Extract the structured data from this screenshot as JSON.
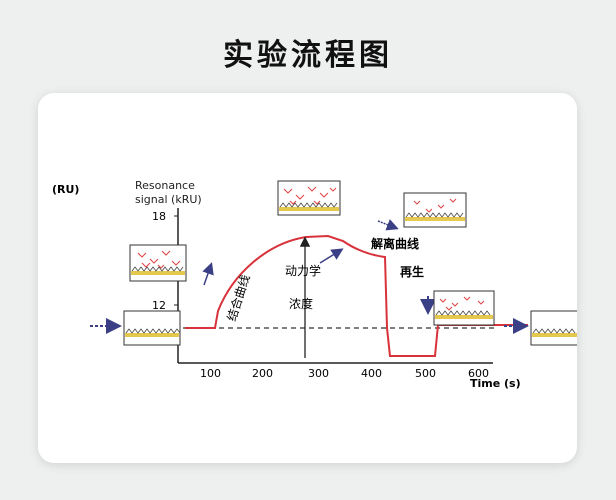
{
  "title": "实验流程图",
  "diagram": {
    "y_unit": "(RU)",
    "y_axis_title_line1": "Resonance",
    "y_axis_title_line2": "signal (kRU)",
    "y_ticks": [
      "18",
      "12"
    ],
    "x_ticks": [
      "100",
      "200",
      "300",
      "400",
      "500",
      "600"
    ],
    "x_axis_title": "Time  (s)",
    "labels": {
      "association": "结合曲线",
      "kinetics": "动力学",
      "concentration": "浓度",
      "dissociation": "解离曲线",
      "regeneration": "再生"
    }
  },
  "colors": {
    "curve": "#d8323a",
    "arrow": "#3a3f86",
    "surface": "#e4c94e",
    "analyte": "#e04848"
  }
}
